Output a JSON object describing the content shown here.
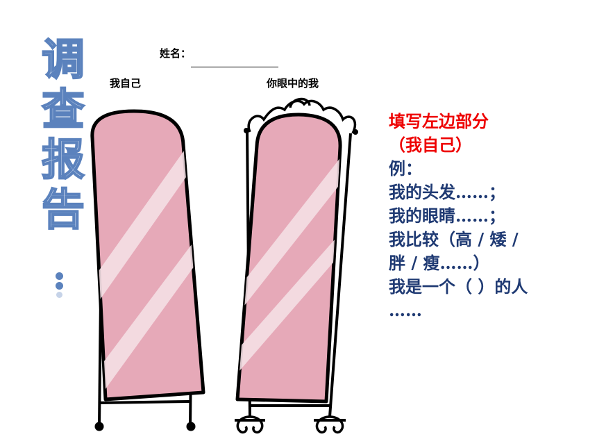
{
  "title": {
    "chars": [
      "调",
      "查",
      "报",
      "告"
    ],
    "colon": "："
  },
  "form": {
    "name_label": "姓名：",
    "caption_self": "我自己",
    "caption_other": "你眼中的我"
  },
  "instructions": {
    "line1": "填写左边部分",
    "line2": "（我自己）",
    "line3": "例：",
    "line4": "我的头发……；",
    "line5": "我的眼睛……；",
    "line6": "我比较（高 / 矮 /",
    "line7": "胖 / 瘦……）",
    "line8": "我是一个（   ）的人",
    "line9": "……"
  },
  "colors": {
    "title_blue": "#5b82bd",
    "instruction_red": "#ee0000",
    "instruction_navy": "#1f3a73",
    "mirror_pink": "#e6a9b8"
  }
}
